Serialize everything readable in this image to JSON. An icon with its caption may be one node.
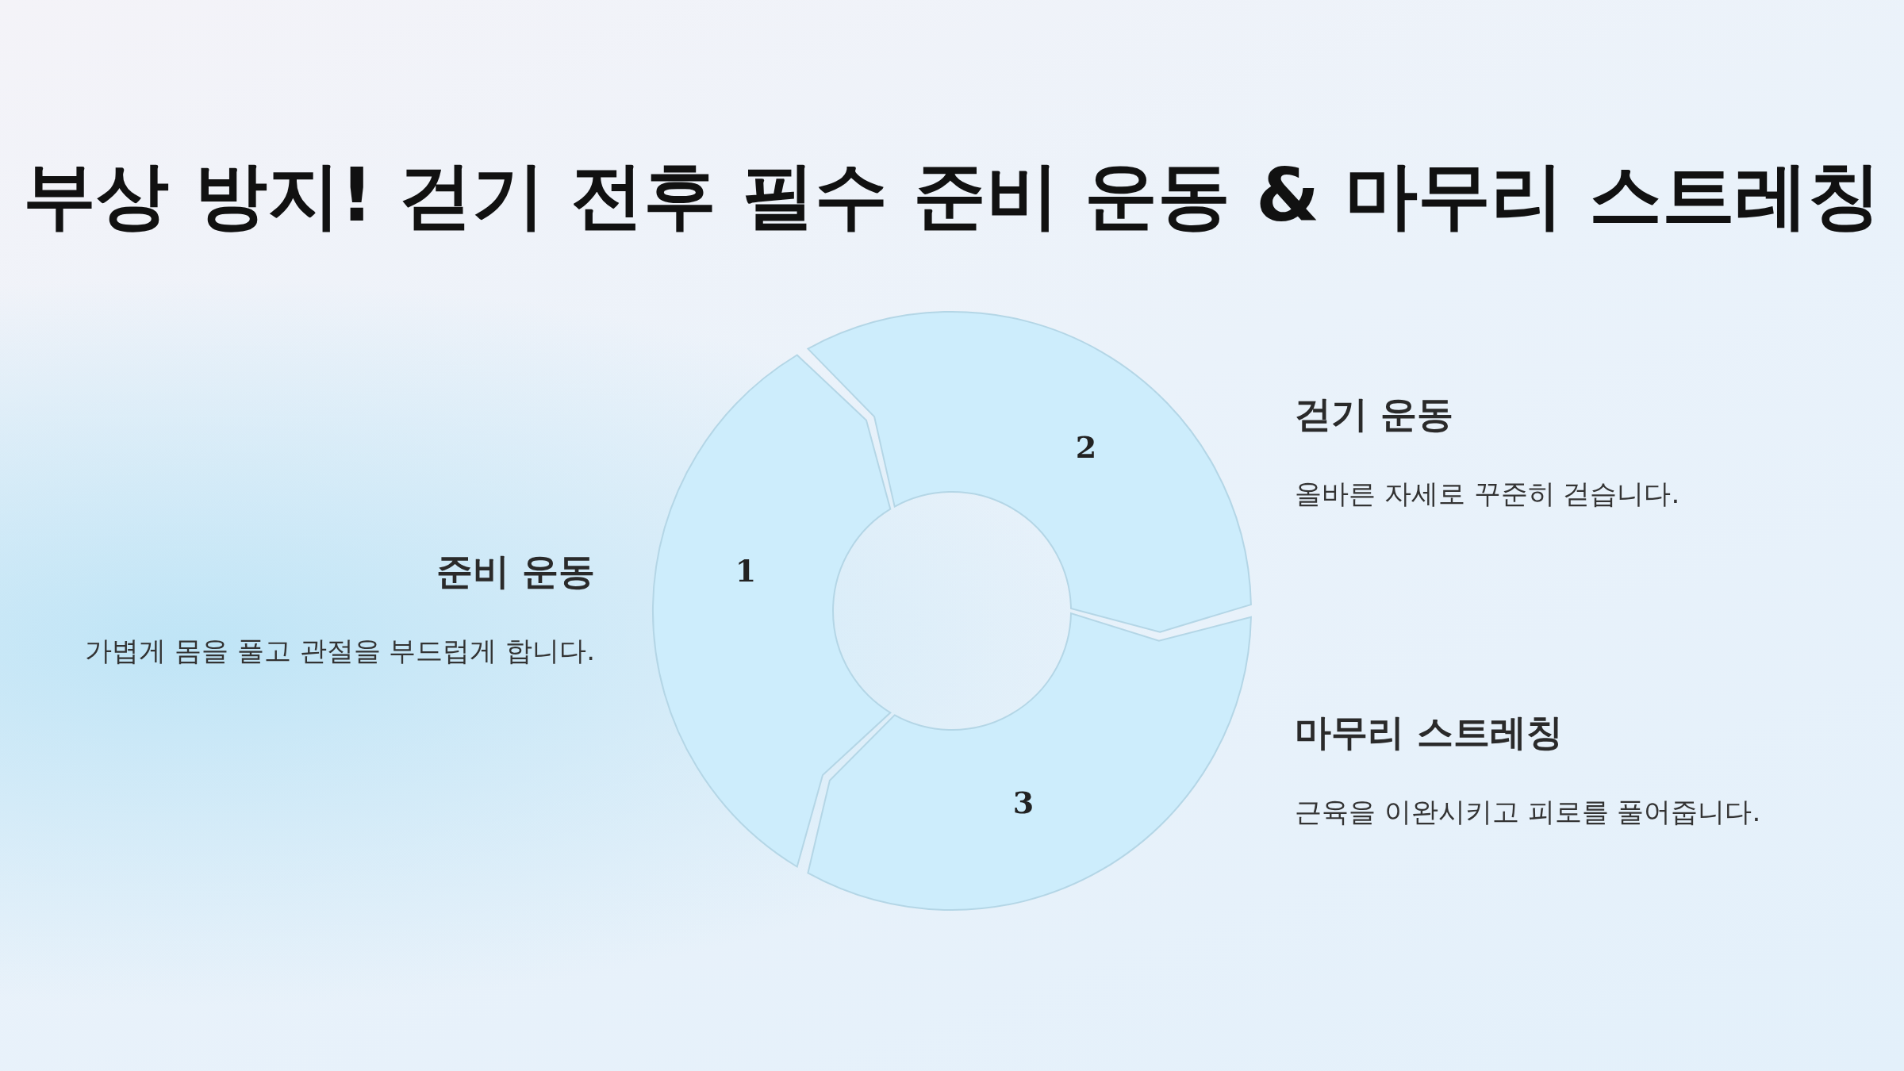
{
  "diagram": {
    "title": "부상 방지! 걷기 전후 필수 준비 운동 & 마무리 스트레칭",
    "nodes": [
      {
        "text": [
          "1"
        ],
        "beside": [
          "준비 운동",
          "가볍게 몸을 풀고 관절을 부드럽게 합니다."
        ]
      },
      {
        "text": [
          "2"
        ],
        "beside": [
          "걷기 운동",
          "올바른 자세로 꾸준히 걷습니다."
        ]
      },
      {
        "text": [
          "3"
        ],
        "beside": [
          "마무리 스트레칭",
          "근육을 이완시키고 피로를 풀어줍니다."
        ]
      }
    ]
  }
}
